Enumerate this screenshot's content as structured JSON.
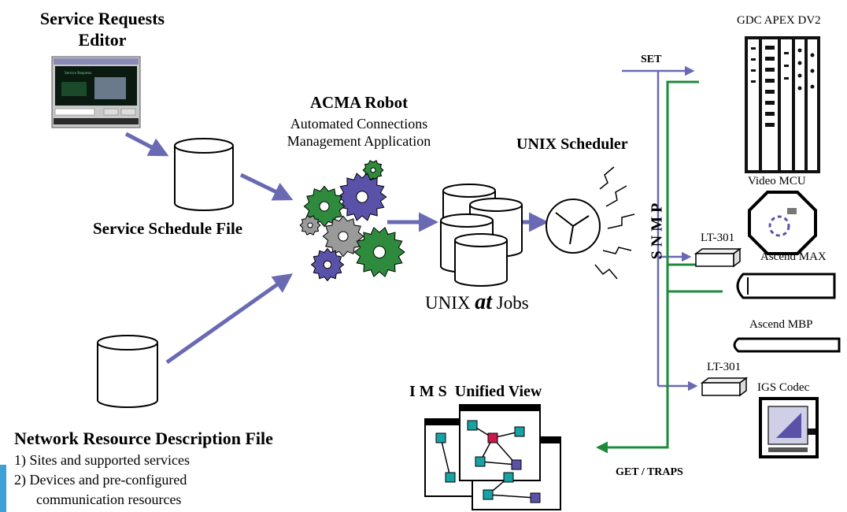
{
  "service_requests": {
    "title_line1": "Service Requests",
    "title_line2": "Editor"
  },
  "service_schedule": {
    "label": "Service Schedule File"
  },
  "acma": {
    "title": "ACMA Robot",
    "subtitle_line1": "Automated Connections",
    "subtitle_line2": "Management Application"
  },
  "unix_jobs": {
    "label_pre": "UNIX ",
    "label_at": "at",
    "label_post": " Jobs"
  },
  "unix_scheduler": {
    "label": "UNIX Scheduler"
  },
  "network_resource": {
    "title": "Network Resource Description File",
    "item1": "1) Sites and supported services",
    "item2_line1": "2) Devices and pre-configured",
    "item2_line2": "communication resources"
  },
  "ims": {
    "title": "I M S  Unified View"
  },
  "links": {
    "set": "SET",
    "snmp": "S N M P",
    "get_traps": "GET / TRAPS"
  },
  "devices": {
    "gdc": "GDC APEX DV2",
    "video_mcu": "Video MCU",
    "lt301_a": "LT-301",
    "ascend_max": "Ascend MAX",
    "ascend_mbp": "Ascend MBP",
    "lt301_b": "LT-301",
    "igs_codec": "IGS Codec"
  },
  "colors": {
    "arrow": "#6a6ab4",
    "line": "#1e8a3c",
    "gear_purple": "#5a52a8",
    "gear_green": "#2e8b3e",
    "gear_gray": "#9a9a9a",
    "accent": "#3fa0d8"
  }
}
